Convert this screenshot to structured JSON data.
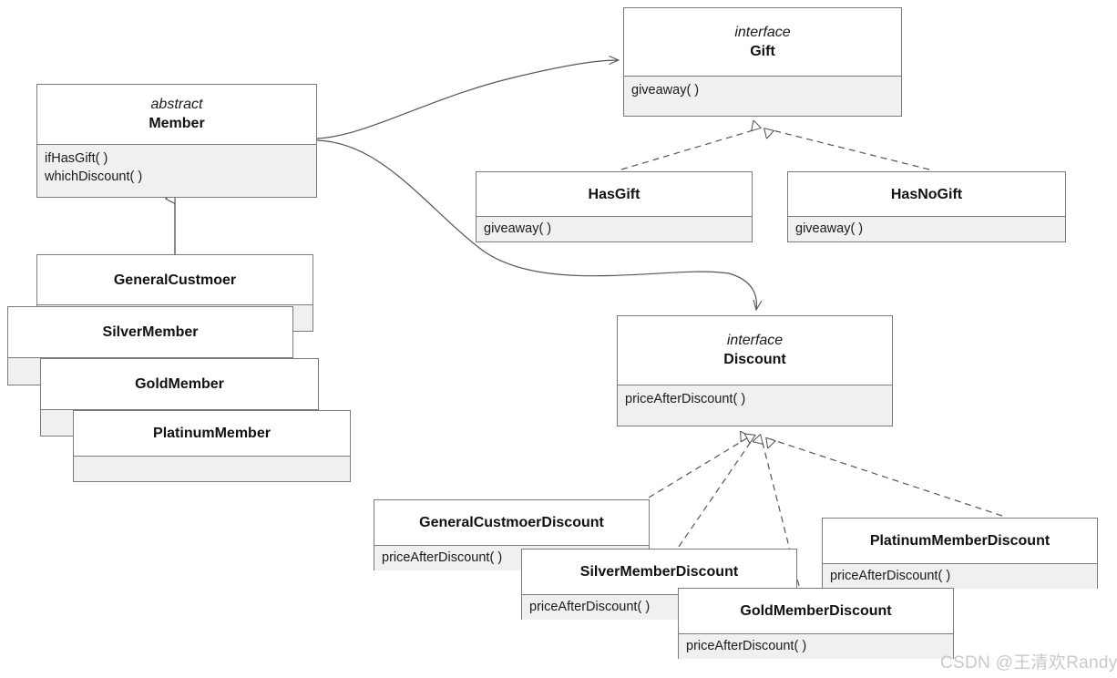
{
  "diagram": {
    "title": "Member / Gift / Discount UML class diagram",
    "watermark": "CSDN @王清欢Randy",
    "stereotypes": {
      "abstract": "abstract",
      "interface": "interface"
    },
    "colors": {
      "border": "#7a7a7a",
      "compartment_fill": "#f0f0f0",
      "header_fill": "#ffffff",
      "edge": "#555555",
      "watermark": "#c9c9c9"
    },
    "classes": [
      {
        "id": "member",
        "name": "Member",
        "stereotype": "abstract",
        "operations": [
          "ifHasGift( )",
          "whichDiscount( )"
        ]
      },
      {
        "id": "gift",
        "name": "Gift",
        "stereotype": "interface",
        "operations": [
          "giveaway( )"
        ]
      },
      {
        "id": "has-gift",
        "name": "HasGift",
        "stereotype": "",
        "operations": [
          "giveaway( )"
        ]
      },
      {
        "id": "has-no-gift",
        "name": "HasNoGift",
        "stereotype": "",
        "operations": [
          "giveaway( )"
        ]
      },
      {
        "id": "general-custmoer",
        "name": "GeneralCustmoer",
        "stereotype": "",
        "operations": []
      },
      {
        "id": "silver-member",
        "name": "SilverMember",
        "stereotype": "",
        "operations": []
      },
      {
        "id": "gold-member",
        "name": "GoldMember",
        "stereotype": "",
        "operations": []
      },
      {
        "id": "platinum-member",
        "name": "PlatinumMember",
        "stereotype": "",
        "operations": []
      },
      {
        "id": "discount",
        "name": "Discount",
        "stereotype": "interface",
        "operations": [
          "priceAfterDiscount( )"
        ]
      },
      {
        "id": "general-custmoer-discount",
        "name": "GeneralCustmoerDiscount",
        "stereotype": "",
        "operations": [
          "priceAfterDiscount( )"
        ]
      },
      {
        "id": "silver-member-discount",
        "name": "SilverMemberDiscount",
        "stereotype": "",
        "operations": [
          "priceAfterDiscount( )"
        ]
      },
      {
        "id": "gold-member-discount",
        "name": "GoldMemberDiscount",
        "stereotype": "",
        "operations": [
          "priceAfterDiscount( )"
        ]
      },
      {
        "id": "platinum-member-discount",
        "name": "PlatinumMemberDiscount",
        "stereotype": "",
        "operations": [
          "priceAfterDiscount( )"
        ]
      }
    ],
    "relations": [
      {
        "from": "general-custmoer",
        "to": "member",
        "type": "generalization"
      },
      {
        "from": "member",
        "to": "gift",
        "type": "association"
      },
      {
        "from": "member",
        "to": "discount",
        "type": "association"
      },
      {
        "from": "has-gift",
        "to": "gift",
        "type": "realization"
      },
      {
        "from": "has-no-gift",
        "to": "gift",
        "type": "realization"
      },
      {
        "from": "general-custmoer-discount",
        "to": "discount",
        "type": "realization"
      },
      {
        "from": "silver-member-discount",
        "to": "discount",
        "type": "realization"
      },
      {
        "from": "gold-member-discount",
        "to": "discount",
        "type": "realization"
      },
      {
        "from": "platinum-member-discount",
        "to": "discount",
        "type": "realization"
      }
    ]
  }
}
